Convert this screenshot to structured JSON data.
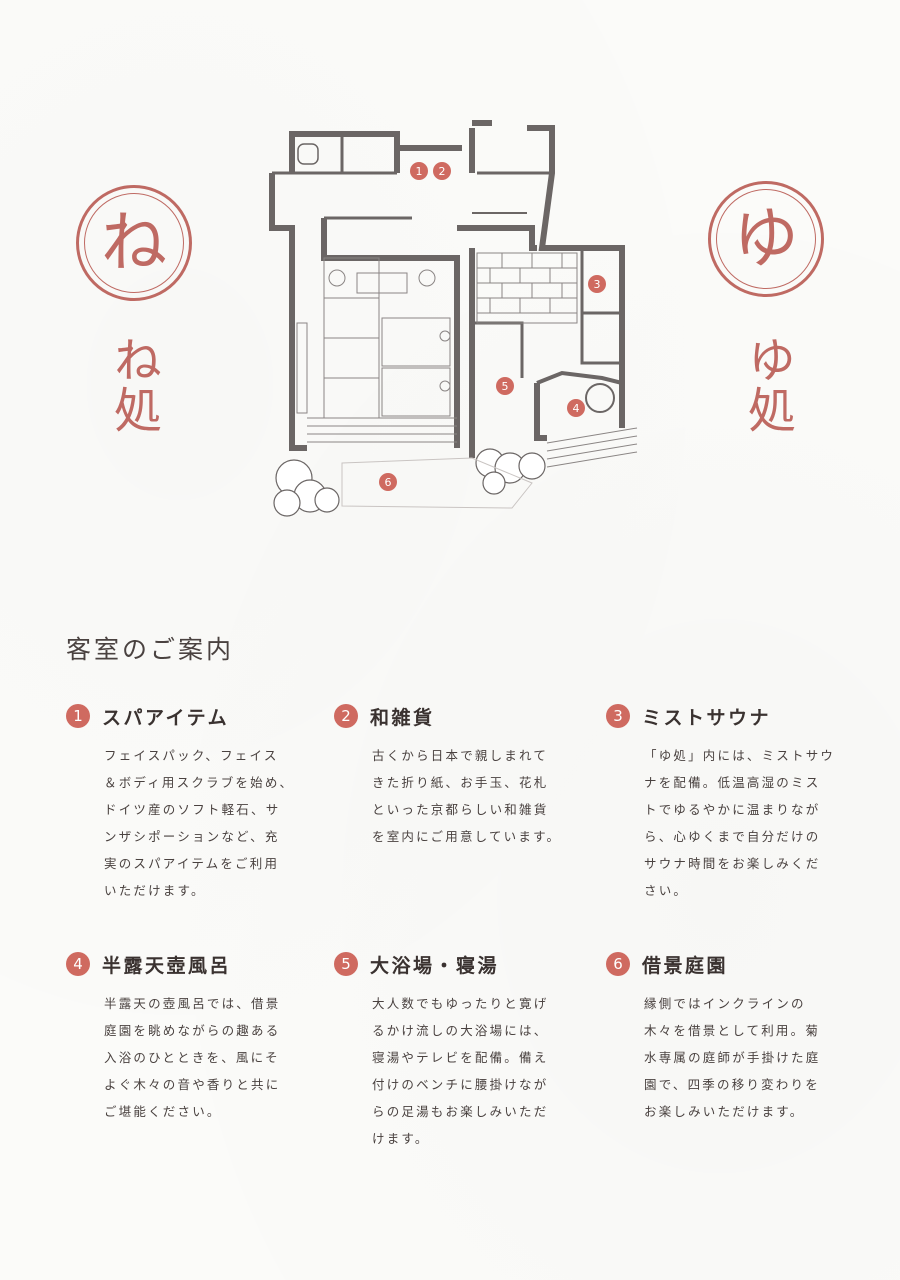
{
  "left_emblem": {
    "glyph": "ね",
    "label": "ね処"
  },
  "right_emblem": {
    "glyph": "ゆ",
    "label": "ゆ処"
  },
  "floorplan": {
    "markers": [
      "1",
      "2",
      "3",
      "4",
      "5",
      "6"
    ]
  },
  "section_title": "客室のご案内",
  "items": [
    {
      "num": "1",
      "title": "スパアイテム",
      "lines": [
        "フェイスパック、フェイス",
        "＆ボディ用スクラブを始め、",
        "ドイツ産のソフト軽石、サ",
        "ンザシポーションなど、充",
        "実のスパアイテムをご利用",
        "いただけます。"
      ]
    },
    {
      "num": "2",
      "title": "和雑貨",
      "lines": [
        "古くから日本で親しまれて",
        "きた折り紙、お手玉、花札",
        "といった京都らしい和雑貨",
        "を室内にご用意しています。"
      ]
    },
    {
      "num": "3",
      "title": "ミストサウナ",
      "lines": [
        "「ゆ処」内には、ミストサウ",
        "ナを配備。低温高湿のミス",
        "トでゆるやかに温まりなが",
        "ら、心ゆくまで自分だけの",
        "サウナ時間をお楽しみくだ",
        "さい。"
      ]
    },
    {
      "num": "4",
      "title": "半露天壺風呂",
      "lines": [
        "半露天の壺風呂では、借景",
        "庭園を眺めながらの趣ある",
        "入浴のひとときを、風にそ",
        "よぐ木々の音や香りと共に",
        "ご堪能ください。"
      ]
    },
    {
      "num": "5",
      "title": "大浴場・寝湯",
      "lines": [
        "大人数でもゆったりと寛げ",
        "るかけ流しの大浴場には、",
        "寝湯やテレビを配備。備え",
        "付けのベンチに腰掛けなが",
        "らの足湯もお楽しみいただ",
        "けます。"
      ]
    },
    {
      "num": "6",
      "title": "借景庭園",
      "lines": [
        "縁側ではインクラインの",
        "木々を借景として利用。菊",
        "水専属の庭師が手掛けた庭",
        "園で、四季の移り変わりを",
        "お楽しみいただけます。"
      ]
    }
  ],
  "colors": {
    "accent": "#cf6a60",
    "emblem": "#bf6a63",
    "wall": "#6b6665"
  }
}
